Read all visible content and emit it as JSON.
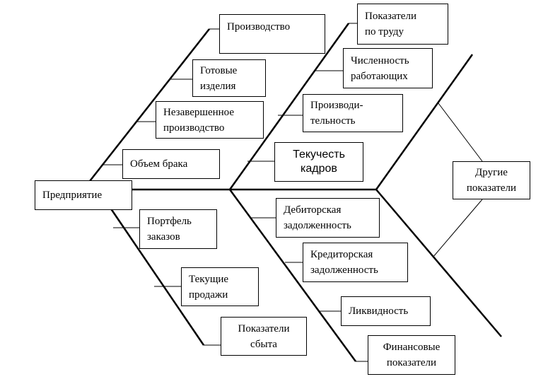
{
  "root": {
    "label": "Предприятие"
  },
  "right": {
    "label": "Другие\nпоказатели"
  },
  "branches": {
    "production": {
      "title": "Производство",
      "items": [
        "Готовые\nизделия",
        "Незавершенное\nпроизводство",
        "Объем брака"
      ]
    },
    "labor": {
      "title": "Показатели\nпо труду",
      "items": [
        "Численность\nработающих",
        "Производи-\nтельность",
        "Текучесть\nкадров"
      ]
    },
    "sales": {
      "title": "Показатели\nсбыта",
      "items": [
        "Портфель\nзаказов",
        "Текущие\nпродажи"
      ]
    },
    "finance": {
      "title": "Финансовые\nпоказатели",
      "items": [
        "Дебиторская\nзадолженность",
        "Кредиторская\nзадолженность",
        "Ликвидность"
      ]
    }
  }
}
